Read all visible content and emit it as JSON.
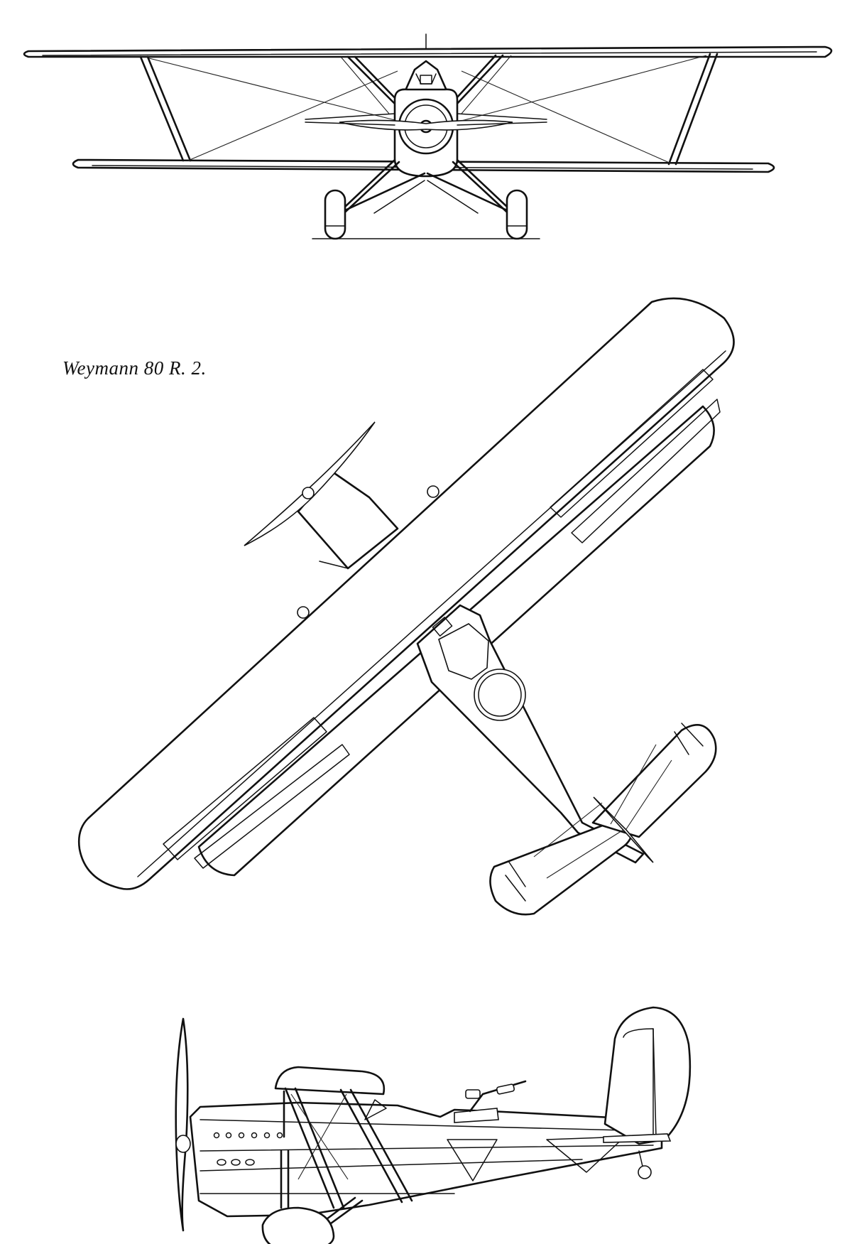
{
  "caption": "Weymann 80 R. 2.",
  "views": {
    "front": "front-view",
    "top": "top-view",
    "side": "side-view"
  }
}
